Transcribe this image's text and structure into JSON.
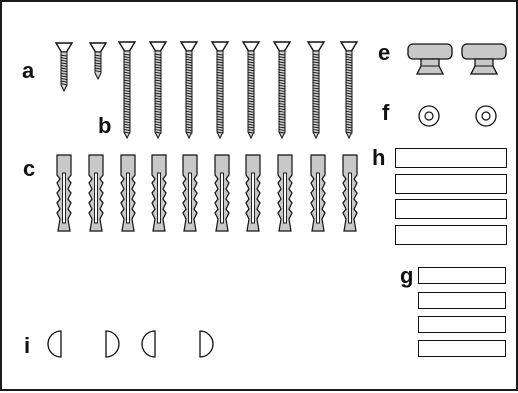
{
  "labels": {
    "a": "a",
    "b": "b",
    "c": "c",
    "e": "e",
    "f": "f",
    "g": "g",
    "h": "h",
    "i": "i"
  },
  "colors": {
    "outline": "#111111",
    "screw_body": "#cfcfcf",
    "anchor_fill": "#c8c8c8",
    "knob_fill": "#c8c8c8"
  },
  "parts": {
    "short_screws": 2,
    "long_screws": 8,
    "wall_anchors": 10,
    "knobs": 2,
    "washers": 2,
    "h_strips": 4,
    "g_strips": 4,
    "i_bumpers": 4
  }
}
